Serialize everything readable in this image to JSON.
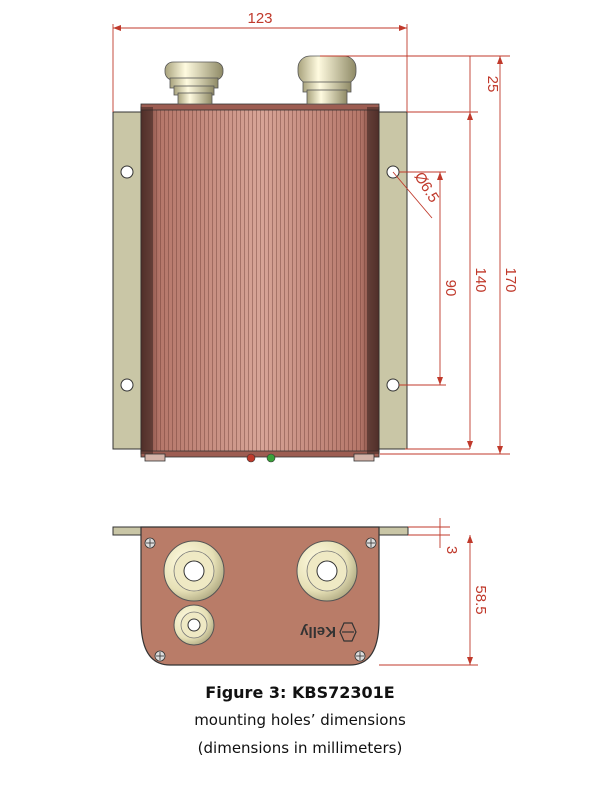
{
  "dimensions": {
    "width_top": "123",
    "gland_height": "25",
    "hole_diameter": "Ø6.5",
    "hole_spacing": "90",
    "body_height": "140",
    "overall_height": "170",
    "flange_thickness": "3",
    "end_height": "58.5"
  },
  "logo_text": "Kelly",
  "caption": {
    "line1": "Figure 3: KBS72301E",
    "line2": "mounting holes’ dimensions",
    "line3": "(dimensions in millimeters)"
  },
  "colors": {
    "dimension_red": "#c0392b",
    "plate_olive": "#c9c6a6",
    "heatsink_copper": "#a26458",
    "endcap_copper": "#b97c68",
    "gland_cream": "#e6e0b6",
    "led_red": "#c0392b",
    "led_green": "#3aa13a"
  }
}
